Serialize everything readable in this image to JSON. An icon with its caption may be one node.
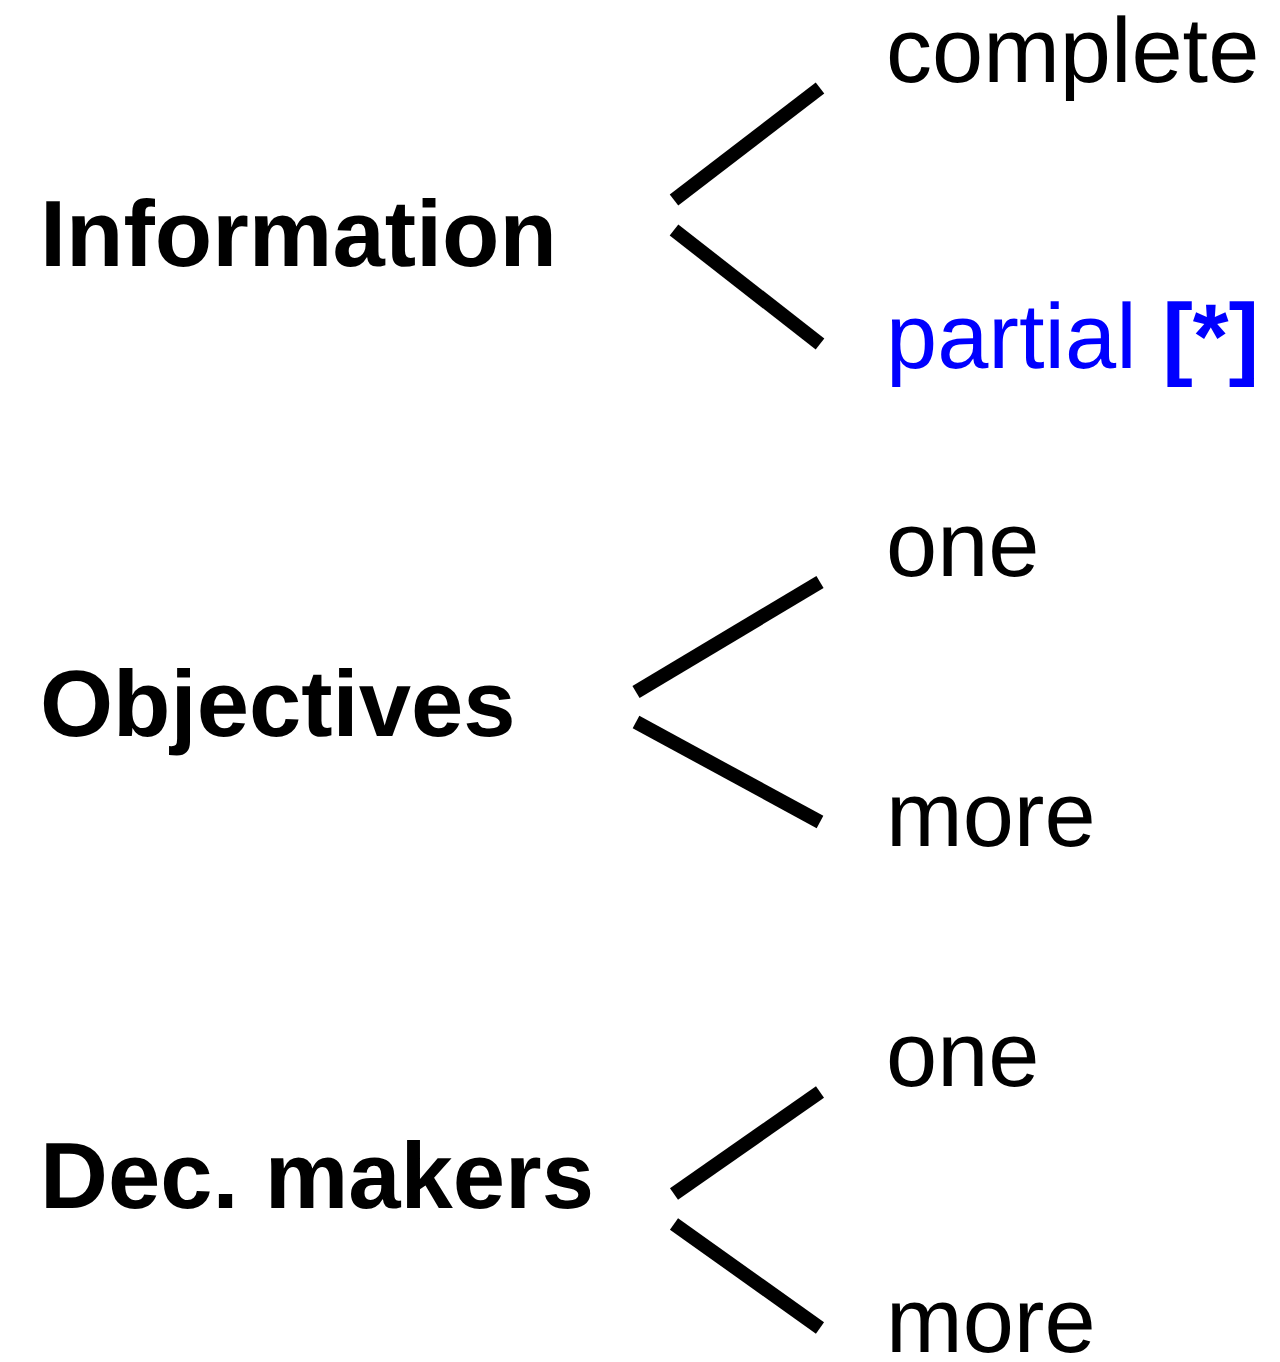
{
  "diagram": {
    "nodes": [
      {
        "text": [
          "Information"
        ]
      },
      {
        "text": [
          "complete"
        ]
      },
      {
        "text": [
          "partial **[*]**"
        ]
      },
      {
        "text": [
          "Objectives"
        ]
      },
      {
        "text": [
          "one"
        ]
      },
      {
        "text": [
          "more"
        ]
      },
      {
        "text": [
          "Dec. makers"
        ]
      },
      {
        "text": [
          "one"
        ]
      },
      {
        "text": [
          "more"
        ]
      }
    ],
    "edges": [
      {
        "from": 0,
        "to": 1,
        "arrow": "none"
      },
      {
        "from": 0,
        "to": 2,
        "arrow": "none"
      },
      {
        "from": 3,
        "to": 4,
        "arrow": "none"
      },
      {
        "from": 3,
        "to": 5,
        "arrow": "none"
      },
      {
        "from": 6,
        "to": 7,
        "arrow": "none"
      },
      {
        "from": 6,
        "to": 8,
        "arrow": "none"
      }
    ]
  }
}
